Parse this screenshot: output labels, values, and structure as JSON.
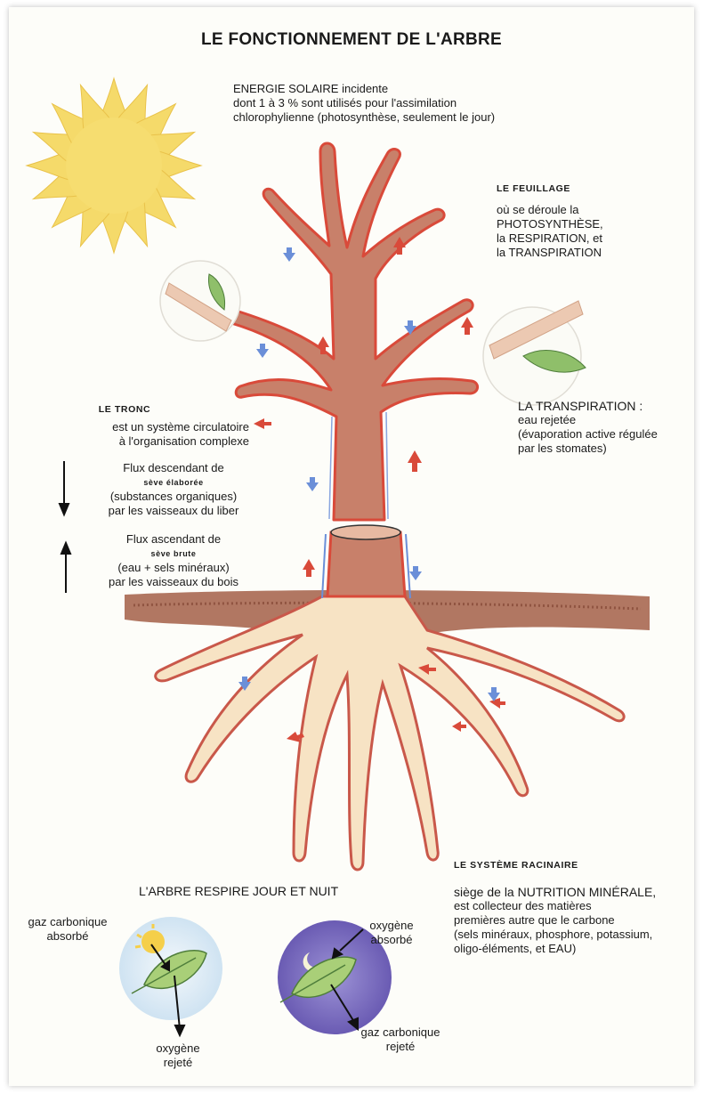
{
  "title": "LE FONCTIONNEMENT DE L'ARBRE",
  "sun_text": {
    "line1": "ENERGIE SOLAIRE incidente",
    "line2": "dont 1 à 3 % sont utilisés pour l'assimilation",
    "line3": "chlorophylienne (photosynthèse, seulement le jour)"
  },
  "foliage": {
    "heading": "LE FEUILLAGE",
    "line1": "où se déroule la",
    "line2": "PHOTOSYNTHÈSE,",
    "line3": "la RESPIRATION, et",
    "line4": "la TRANSPIRATION"
  },
  "transpiration": {
    "heading": "LA TRANSPIRATION :",
    "line1": "eau rejetée",
    "line2": "(évaporation active régulée",
    "line3": "par les stomates)"
  },
  "trunk": {
    "heading": "LE TRONC",
    "line1": "est un système circulatoire",
    "line2": "à l'organisation complexe"
  },
  "flux_down": {
    "line1": "Flux descendant de",
    "line2": "sève élaborée",
    "line3": "(substances organiques)",
    "line4": "par les vaisseaux du liber"
  },
  "flux_up": {
    "line1": "Flux ascendant de",
    "line2": "sève brute",
    "line3": "(eau + sels minéraux)",
    "line4": "par les vaisseaux du bois"
  },
  "roots": {
    "heading": "LE SYSTÈME RACINAIRE",
    "line1": "siège de la NUTRITION MINÉRALE,",
    "line2": "est collecteur des matières",
    "line3": "premières autre que le carbone",
    "line4": "(sels minéraux, phosphore, potassium,",
    "line5": "oligo-éléments, et EAU)"
  },
  "respiration": {
    "heading": "L'ARBRE RESPIRE JOUR ET NUIT",
    "day_in_1": "gaz carbonique",
    "day_in_2": "absorbé",
    "day_out_1": "oxygène",
    "day_out_2": "rejeté",
    "night_in_1": "oxygène",
    "night_in_2": "absorbé",
    "night_out_1": "gaz carbonique",
    "night_out_2": "rejeté"
  },
  "colors": {
    "bark": "#c8806a",
    "bark_light": "#e7b9a2",
    "sap_red": "#d94a3a",
    "sap_blue": "#6b8fd8",
    "soil": "#9c5b45",
    "root": "#f7e3c4",
    "sun": "#f5da6a"
  },
  "icons": [
    "sun-icon",
    "leaf-icon",
    "moon-icon",
    "arrow-up-icon",
    "arrow-down-icon"
  ]
}
